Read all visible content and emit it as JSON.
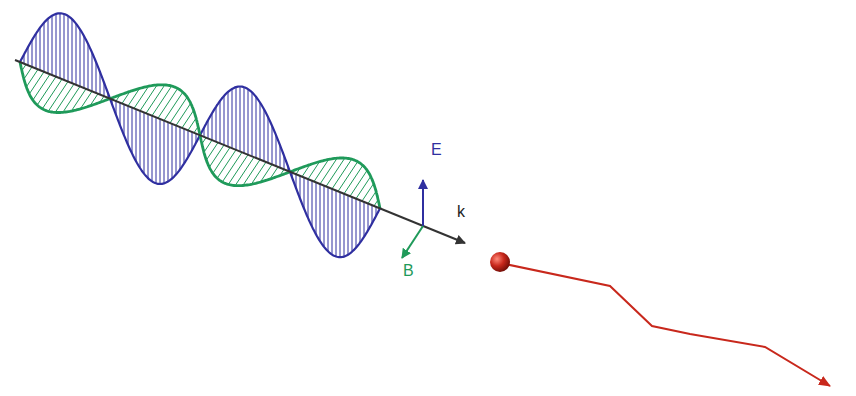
{
  "diagram": {
    "labels": [
      "E",
      "k",
      "B"
    ]
  }
}
